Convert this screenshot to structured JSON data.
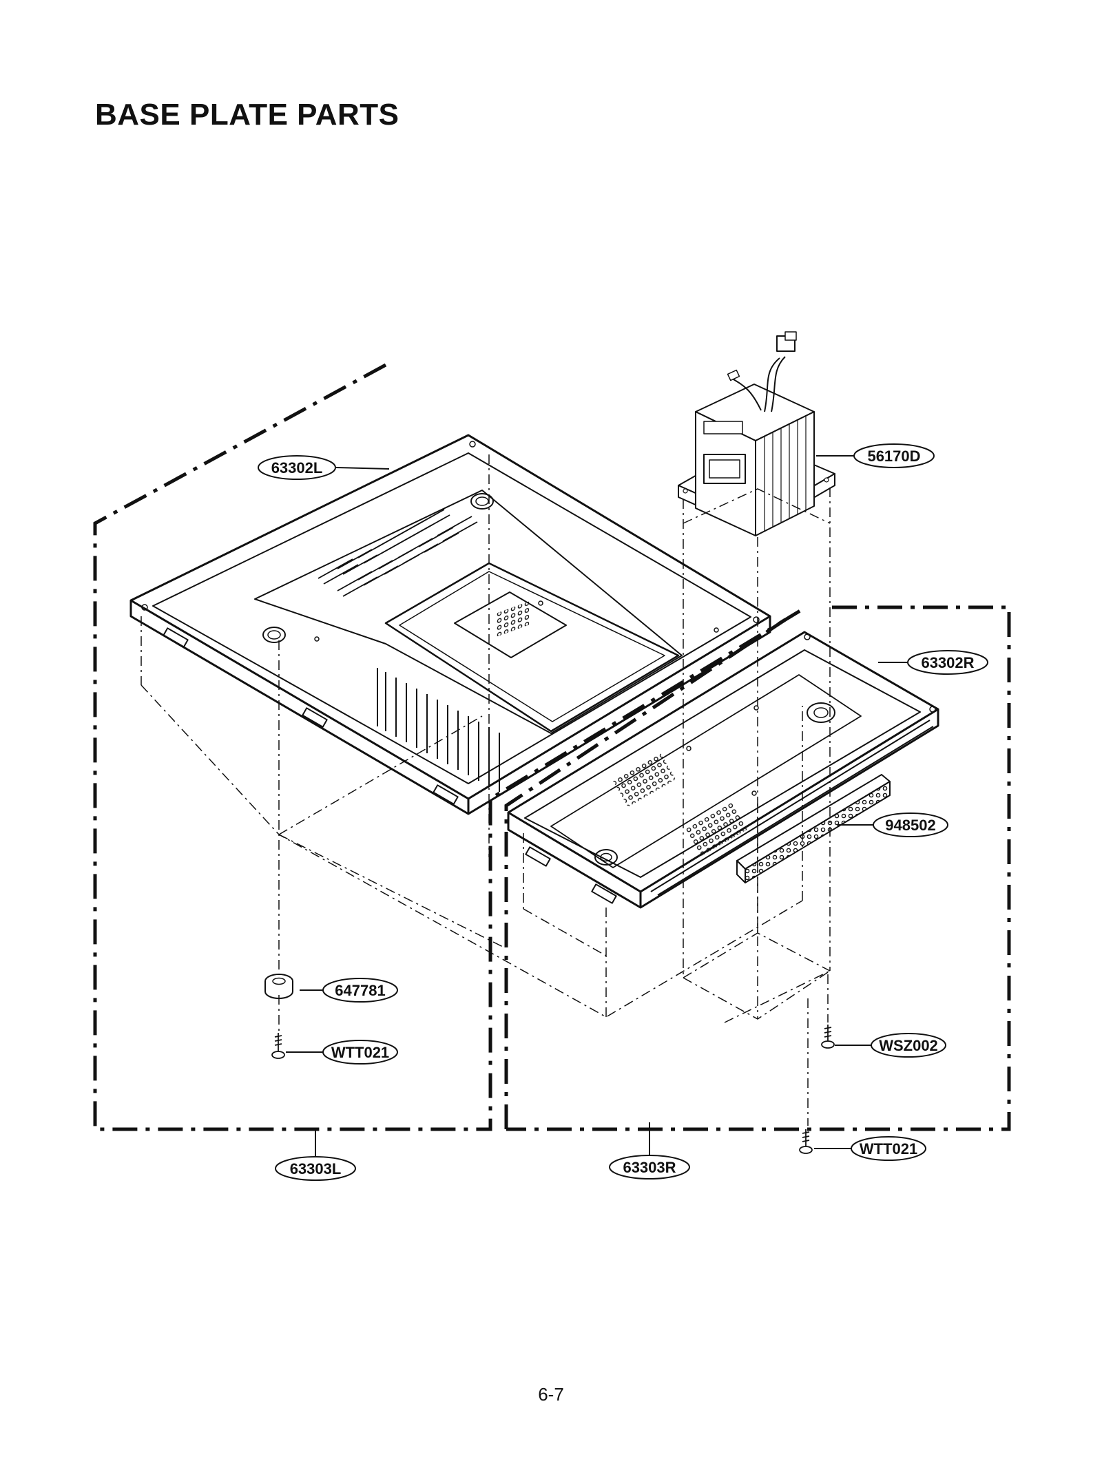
{
  "page": {
    "title": "BASE PLATE PARTS",
    "page_number": "6-7"
  },
  "callouts": {
    "base_plate_left": "63302L",
    "transformer": "56170D",
    "base_plate_right": "63302R",
    "insulator": "948502",
    "foot": "647781",
    "screw_foot": "WTT021",
    "screw_transformer": "WSZ002",
    "screw_right": "WTT021",
    "assembly_left": "63303L",
    "assembly_right": "63303R"
  }
}
